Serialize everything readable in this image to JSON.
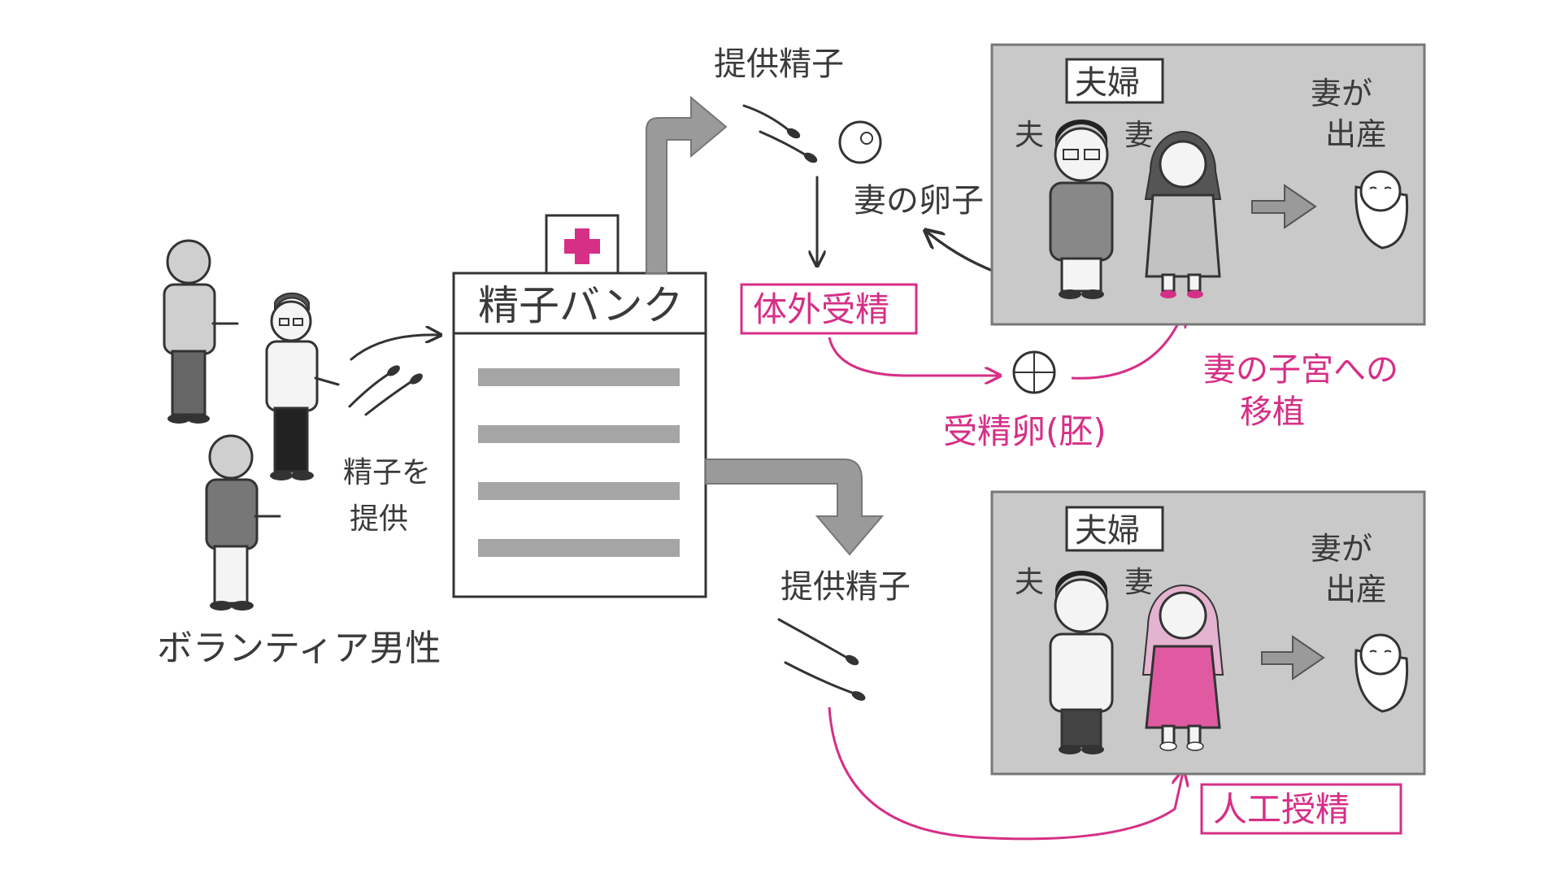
{
  "labels": {
    "volunteer_men": "ボランティア男性",
    "donate_sperm": [
      "精子を",
      "提供"
    ],
    "sperm_bank": "精子バンク",
    "donor_sperm_top": "提供精子",
    "donor_sperm_bottom": "提供精子",
    "wife_egg": "妻の卵子",
    "ivf": "体外受精",
    "fertilized_egg": "受精卵(胚)",
    "transfer": [
      "妻の子宮への",
      "移植"
    ],
    "couple_top": "夫婦",
    "husband_top": "夫",
    "wife_top": "妻",
    "birth_top": [
      "妻が",
      "出産"
    ],
    "couple_bottom": "夫婦",
    "husband_bottom": "夫",
    "wife_bottom": "妻",
    "birth_bottom": [
      "妻が",
      "出産"
    ],
    "ai": "人工授精"
  },
  "colors": {
    "accent_magenta": "#d62f86",
    "panel_gray": "#c9c9c9",
    "arrow_gray": "#9a9a9a",
    "ink": "#333333"
  },
  "icons": {
    "bank_cross": "plus-sign",
    "baby": "swaddled-baby",
    "egg": "ovum"
  }
}
